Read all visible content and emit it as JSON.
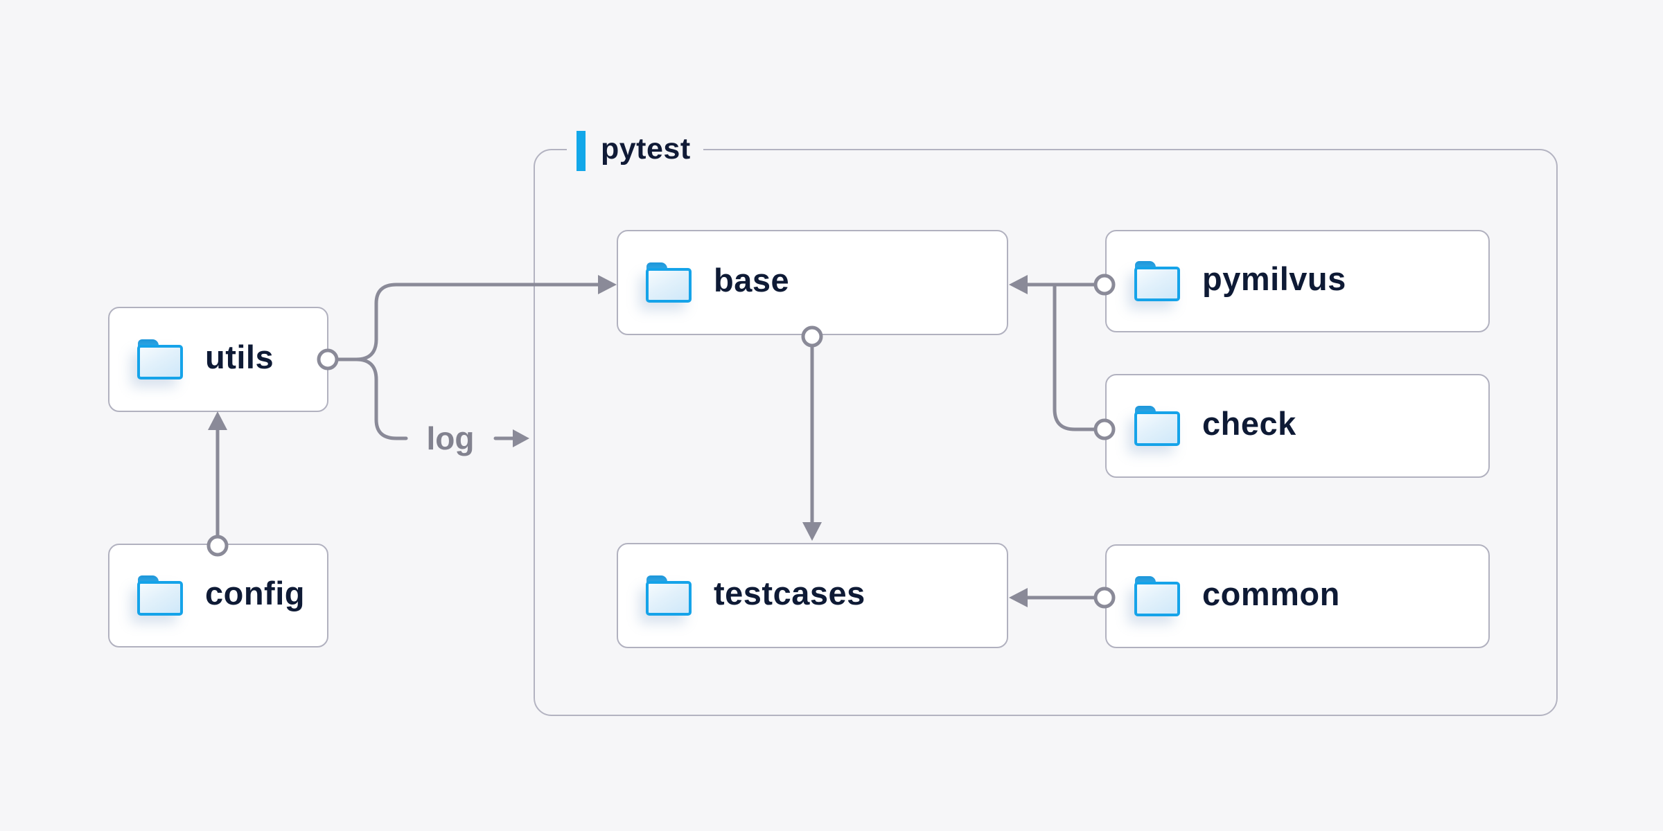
{
  "diagram": {
    "group_label": "pytest",
    "log_label": "log",
    "nodes": [
      {
        "id": "utils",
        "label": "utils",
        "icon": "folder-icon"
      },
      {
        "id": "config",
        "label": "config",
        "icon": "folder-icon"
      },
      {
        "id": "base",
        "label": "base",
        "icon": "folder-icon"
      },
      {
        "id": "pymilvus",
        "label": "pymilvus",
        "icon": "folder-icon"
      },
      {
        "id": "check",
        "label": "check",
        "icon": "folder-icon"
      },
      {
        "id": "testcases",
        "label": "testcases",
        "icon": "folder-icon"
      },
      {
        "id": "common",
        "label": "common",
        "icon": "folder-icon"
      }
    ],
    "edges": [
      {
        "from": "config",
        "to": "utils"
      },
      {
        "from": "utils",
        "to": "base"
      },
      {
        "from": "utils",
        "to": "pytest",
        "label": "log"
      },
      {
        "from": "base",
        "to": "testcases"
      },
      {
        "from": "pymilvus",
        "to": "base"
      },
      {
        "from": "check",
        "to": "base"
      },
      {
        "from": "common",
        "to": "testcases"
      }
    ],
    "colors": {
      "background": "#f6f6f8",
      "accent_blue": "#12a7e9",
      "folder_blue": "#15a3e9",
      "line_gray": "#8a8a98",
      "box_border": "#b1b1bf",
      "text_dark": "#0e1a35",
      "edge_label_gray": "#82828f"
    }
  }
}
